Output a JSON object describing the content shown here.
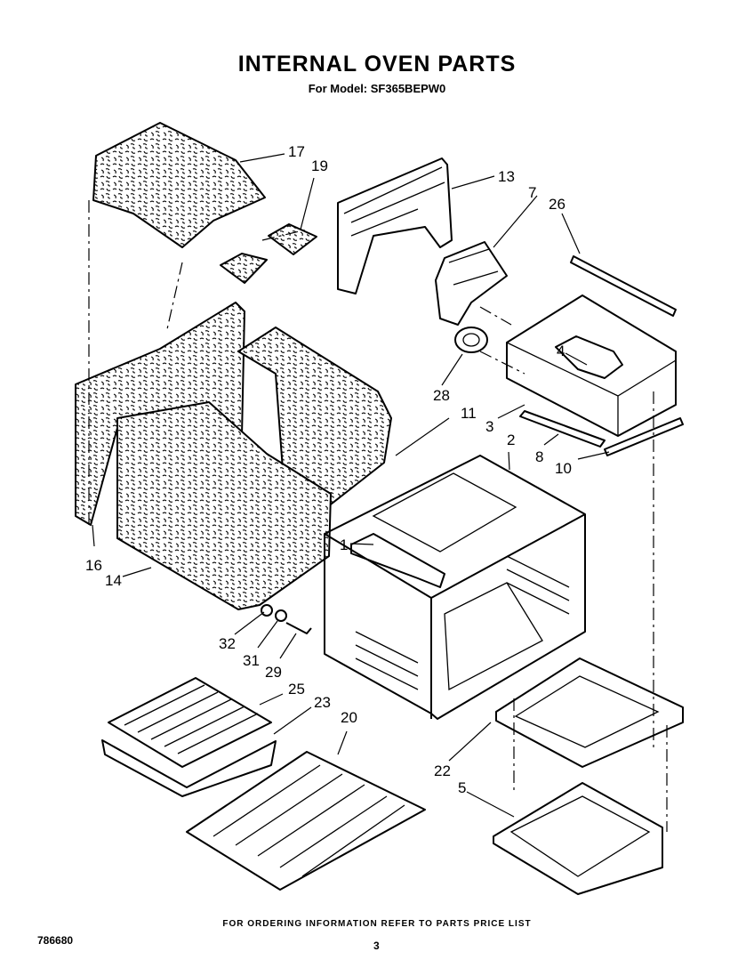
{
  "header": {
    "title": "INTERNAL OVEN PARTS",
    "subtitle": "For Model: SF365BEPW0"
  },
  "callouts": {
    "p1": "1",
    "p2": "2",
    "p3": "3",
    "p4": "4",
    "p5": "5",
    "p7": "7",
    "p8": "8",
    "p10": "10",
    "p11": "11",
    "p13": "13",
    "p14": "14",
    "p16": "16",
    "p17": "17",
    "p19": "19",
    "p20": "20",
    "p22": "22",
    "p23": "23",
    "p25": "25",
    "p26": "26",
    "p28": "28",
    "p29": "29",
    "p31": "31",
    "p32": "32"
  },
  "footer": {
    "ordering_note": "FOR ORDERING INFORMATION REFER TO PARTS PRICE LIST",
    "document_number": "786680",
    "page_number": "3"
  }
}
